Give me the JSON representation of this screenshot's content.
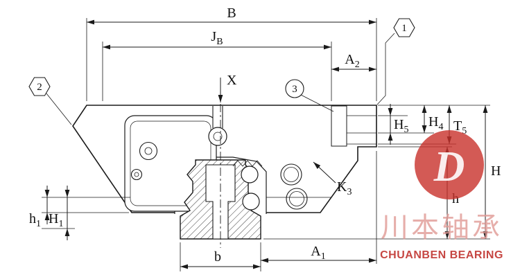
{
  "drawing": {
    "dims": {
      "B": {
        "main": "B",
        "sub": ""
      },
      "JB": {
        "main": "J",
        "sub": "B"
      },
      "A2": {
        "main": "A",
        "sub": "2"
      },
      "X": {
        "main": "X",
        "sub": ""
      },
      "H5": {
        "main": "H",
        "sub": "5"
      },
      "H4": {
        "main": "H",
        "sub": "4"
      },
      "T5": {
        "main": "T",
        "sub": "5"
      },
      "H": {
        "main": "H",
        "sub": ""
      },
      "h": {
        "main": "h",
        "sub": ""
      },
      "K3": {
        "main": "K",
        "sub": "3"
      },
      "h1": {
        "main": "h",
        "sub": "1"
      },
      "H1": {
        "main": "H",
        "sub": "1"
      },
      "b": {
        "main": "b",
        "sub": ""
      },
      "A1": {
        "main": "A",
        "sub": "1"
      }
    },
    "callouts": {
      "one": "1",
      "two": "2",
      "three": "3"
    }
  },
  "watermark": {
    "logo_letter": "D",
    "cn": "川本轴承",
    "en": "CHUANBEN BEARING",
    "red": "#c8312b"
  }
}
